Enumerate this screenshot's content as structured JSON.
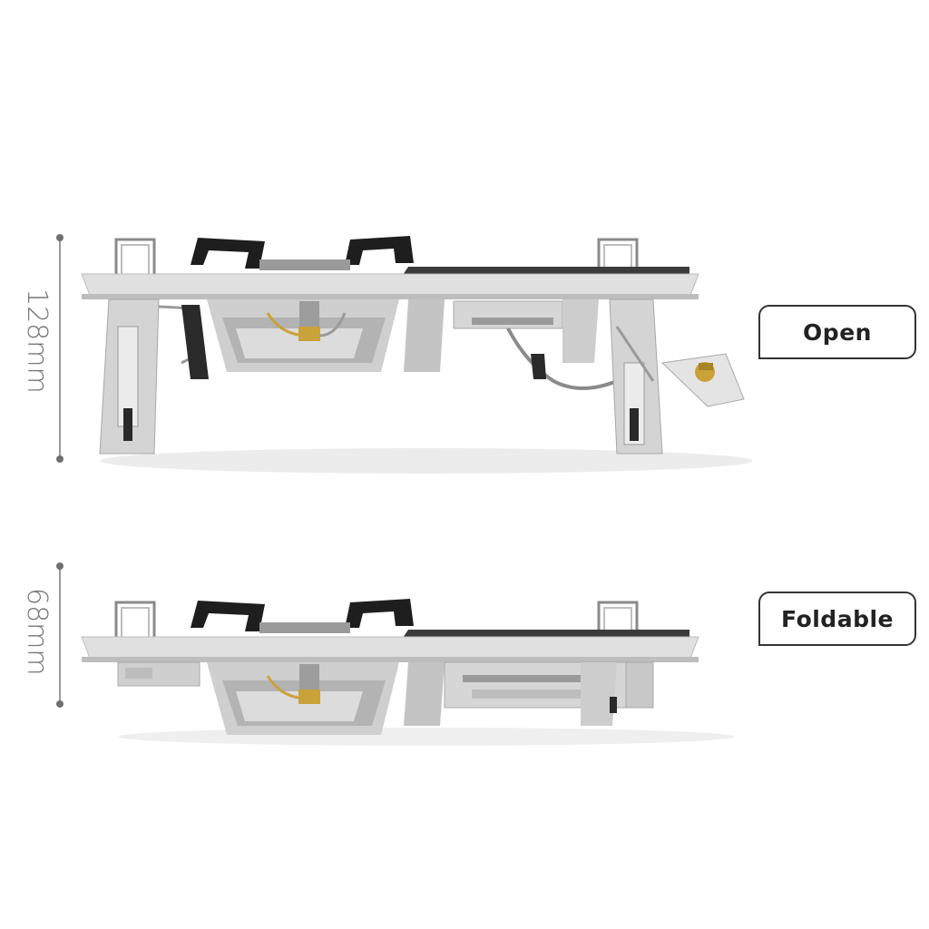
{
  "open": {
    "dimension": "128mm",
    "label": "Open"
  },
  "folded": {
    "dimension": "68mm",
    "label": "Foldable"
  },
  "colors": {
    "steel": "#d9d9d9",
    "steel_dark": "#a9a9a9",
    "grill": "#1c1c1c",
    "top": "#3b3b3b",
    "brass": "#c9a23a"
  }
}
